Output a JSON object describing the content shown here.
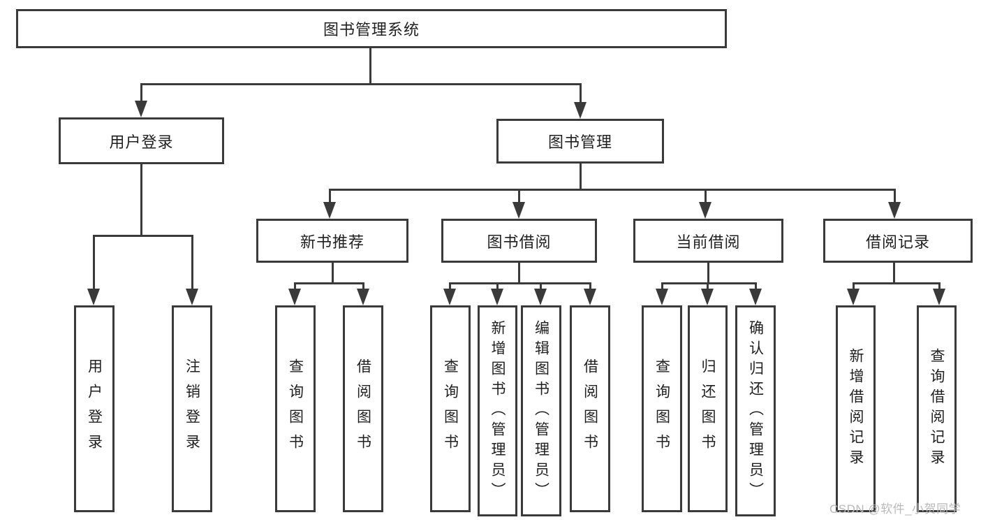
{
  "tree": {
    "root": "图书管理系统",
    "branches": [
      {
        "label": "用户登录",
        "children": [
          "用户登录",
          "注销登录"
        ]
      },
      {
        "label": "图书管理",
        "sections": [
          {
            "label": "新书推荐",
            "children": [
              "查询图书",
              "借阅图书"
            ]
          },
          {
            "label": "图书借阅",
            "children": [
              "查询图书",
              "新增图书（管理员）",
              "编辑图书（管理员）",
              "借阅图书"
            ]
          },
          {
            "label": "当前借阅",
            "children": [
              "查询图书",
              "归还图书",
              "确认归还（管理员）"
            ]
          },
          {
            "label": "借阅记录",
            "children": [
              "新增借阅记录",
              "查询借阅记录"
            ]
          }
        ]
      }
    ]
  },
  "watermark": {
    "text": "CSDN @软件_小贺同学"
  },
  "colors": {
    "line": "#3a3a3a",
    "text": "#1f1f1f",
    "watermark": "#b9b9b9",
    "background": "#ffffff"
  }
}
